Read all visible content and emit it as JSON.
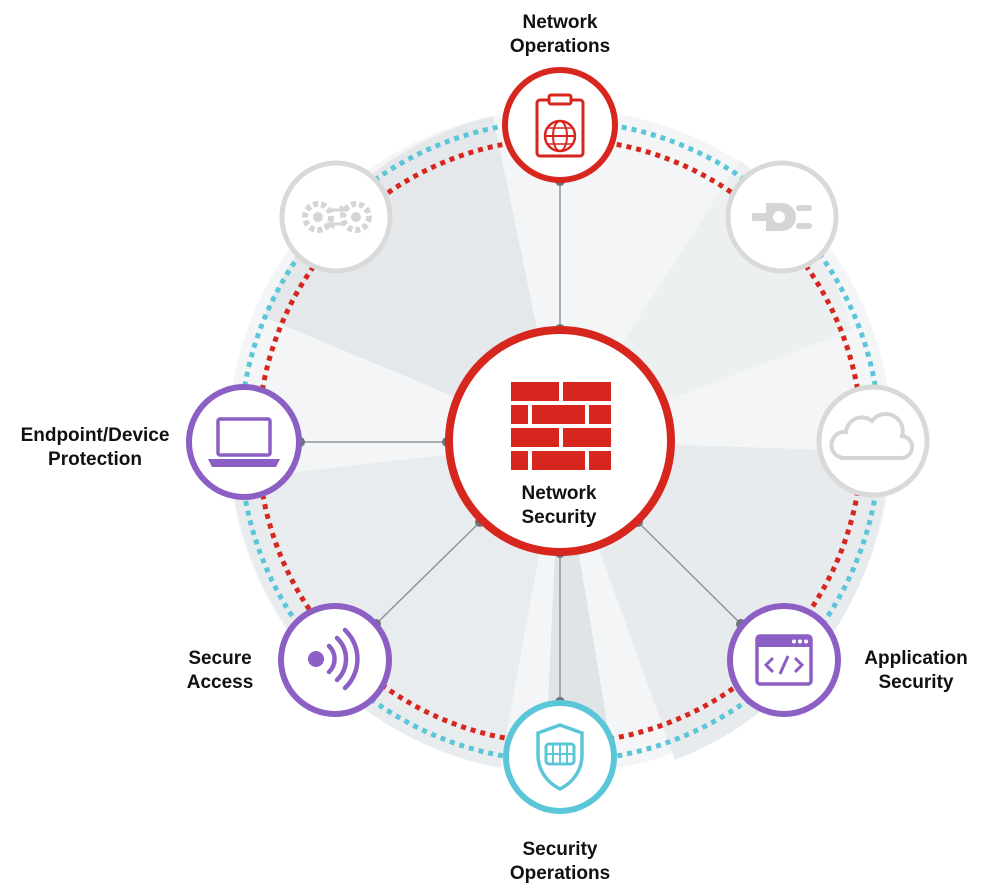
{
  "colors": {
    "red": "#d7261e",
    "purple": "#8b5fc4",
    "teal": "#5cc6d9",
    "gray": "#d9d9d9",
    "connector": "#8e9599",
    "sector": "#e8ecee"
  },
  "center": {
    "line1": "Network",
    "line2": "Security",
    "icon": "firewall-brick-icon"
  },
  "nodes": {
    "network_operations": {
      "line1": "Network",
      "line2": "Operations",
      "icon": "clipboard-globe-icon",
      "state": "active"
    },
    "endpoint_protection": {
      "line1": "Endpoint/Device",
      "line2": "Protection",
      "icon": "laptop-icon",
      "state": "active"
    },
    "secure_access": {
      "line1": "Secure",
      "line2": "Access",
      "icon": "wireless-signal-icon",
      "state": "active"
    },
    "security_operations": {
      "line1": "Security",
      "line2": "Operations",
      "icon": "shield-chip-icon",
      "state": "active"
    },
    "application_security": {
      "line1": "Application",
      "line2": "Security",
      "icon": "code-window-icon",
      "state": "active"
    },
    "integration": {
      "icon": "gears-exchange-icon",
      "state": "inactive"
    },
    "connectors": {
      "icon": "plug-icon",
      "state": "inactive"
    },
    "cloud": {
      "icon": "cloud-icon",
      "state": "inactive"
    }
  }
}
